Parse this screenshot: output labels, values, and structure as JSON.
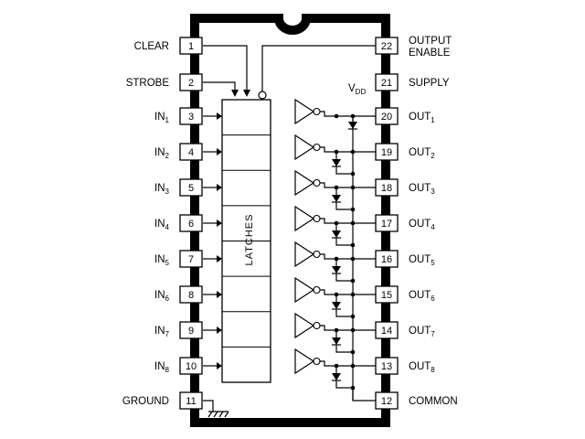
{
  "left_pins": [
    {
      "num": "1",
      "label": "CLEAR",
      "sub": ""
    },
    {
      "num": "2",
      "label": "STROBE",
      "sub": ""
    },
    {
      "num": "3",
      "label": "IN",
      "sub": "1"
    },
    {
      "num": "4",
      "label": "IN",
      "sub": "2"
    },
    {
      "num": "5",
      "label": "IN",
      "sub": "3"
    },
    {
      "num": "6",
      "label": "IN",
      "sub": "4"
    },
    {
      "num": "7",
      "label": "IN",
      "sub": "5"
    },
    {
      "num": "8",
      "label": "IN",
      "sub": "6"
    },
    {
      "num": "9",
      "label": "IN",
      "sub": "7"
    },
    {
      "num": "10",
      "label": "IN",
      "sub": "8"
    },
    {
      "num": "11",
      "label": "GROUND",
      "sub": ""
    }
  ],
  "right_pins": [
    {
      "num": "22",
      "label": "OUTPUT",
      "label2": "ENABLE",
      "sub": ""
    },
    {
      "num": "21",
      "label": "SUPPLY",
      "label2": "",
      "sub": ""
    },
    {
      "num": "20",
      "label": "OUT",
      "label2": "",
      "sub": "1"
    },
    {
      "num": "19",
      "label": "OUT",
      "label2": "",
      "sub": "2"
    },
    {
      "num": "18",
      "label": "OUT",
      "label2": "",
      "sub": "3"
    },
    {
      "num": "17",
      "label": "OUT",
      "label2": "",
      "sub": "4"
    },
    {
      "num": "16",
      "label": "OUT",
      "label2": "",
      "sub": "5"
    },
    {
      "num": "15",
      "label": "OUT",
      "label2": "",
      "sub": "6"
    },
    {
      "num": "14",
      "label": "OUT",
      "label2": "",
      "sub": "7"
    },
    {
      "num": "13",
      "label": "OUT",
      "label2": "",
      "sub": "8"
    },
    {
      "num": "12",
      "label": "COMMON",
      "label2": "",
      "sub": ""
    }
  ],
  "vdd_label": "V",
  "vdd_sub": "DD",
  "latches_label": "LATCHES"
}
